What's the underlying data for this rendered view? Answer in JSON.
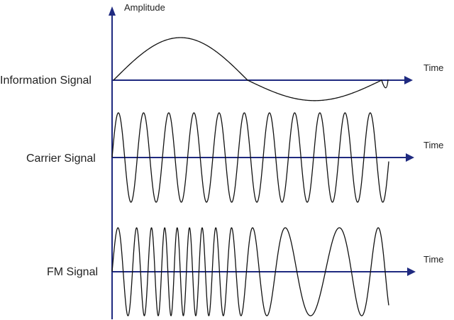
{
  "diagram": {
    "title": "",
    "vertical_axis_label": "Amplitude",
    "rows": [
      {
        "id": "information",
        "label": "Information Signal",
        "axis_label": "Time"
      },
      {
        "id": "carrier",
        "label": "Carrier Signal",
        "axis_label": "Time"
      },
      {
        "id": "fm",
        "label": "FM Signal",
        "axis_label": "Time"
      }
    ],
    "colors": {
      "axis": "#1f2a80",
      "waveform": "#111111",
      "text": "#222222",
      "background": "#ffffff"
    }
  }
}
